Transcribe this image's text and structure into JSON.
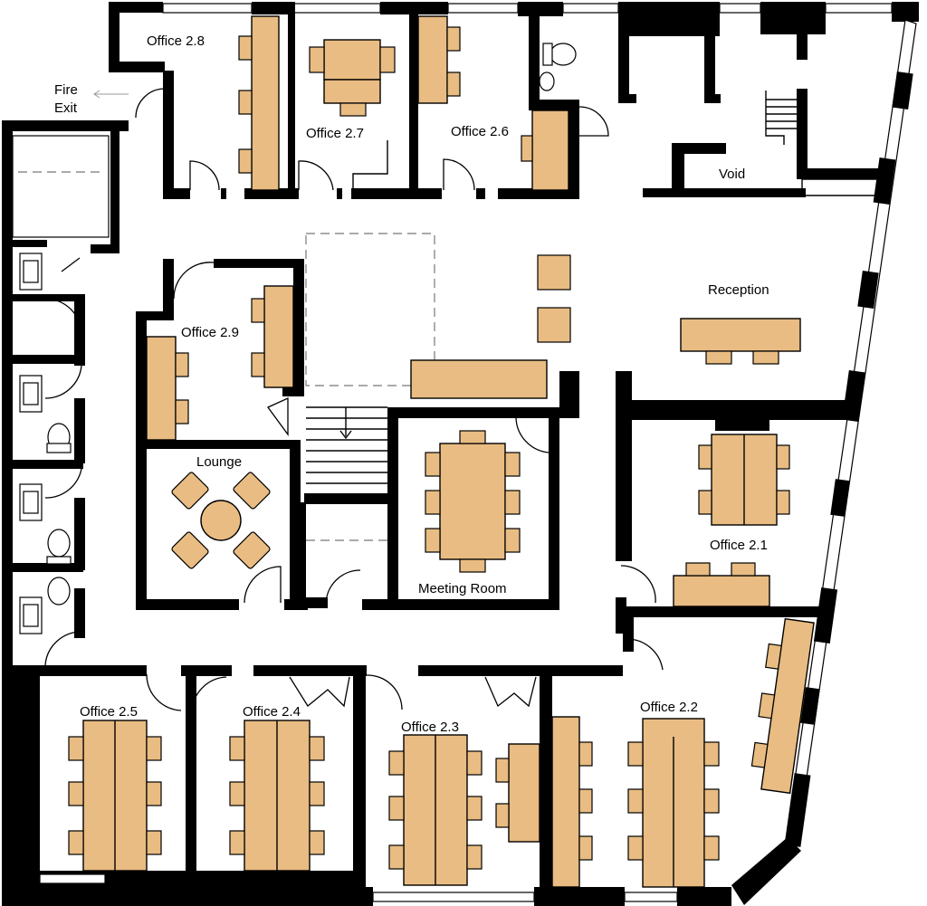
{
  "plan": {
    "fire_exit": [
      "Fire",
      "Exit"
    ],
    "rooms": {
      "office_2_1": "Office 2.1",
      "office_2_2": "Office 2.2",
      "office_2_3": "Office 2.3",
      "office_2_4": "Office 2.4",
      "office_2_5": "Office 2.5",
      "office_2_6": "Office 2.6",
      "office_2_7": "Office 2.7",
      "office_2_8": "Office 2.8",
      "office_2_9": "Office 2.9",
      "lounge": "Lounge",
      "meeting_room": "Meeting Room",
      "reception": "Reception",
      "void": "Void"
    }
  },
  "colors": {
    "wall": "#000000",
    "furniture": "#e8bc82",
    "background": "#ffffff"
  }
}
